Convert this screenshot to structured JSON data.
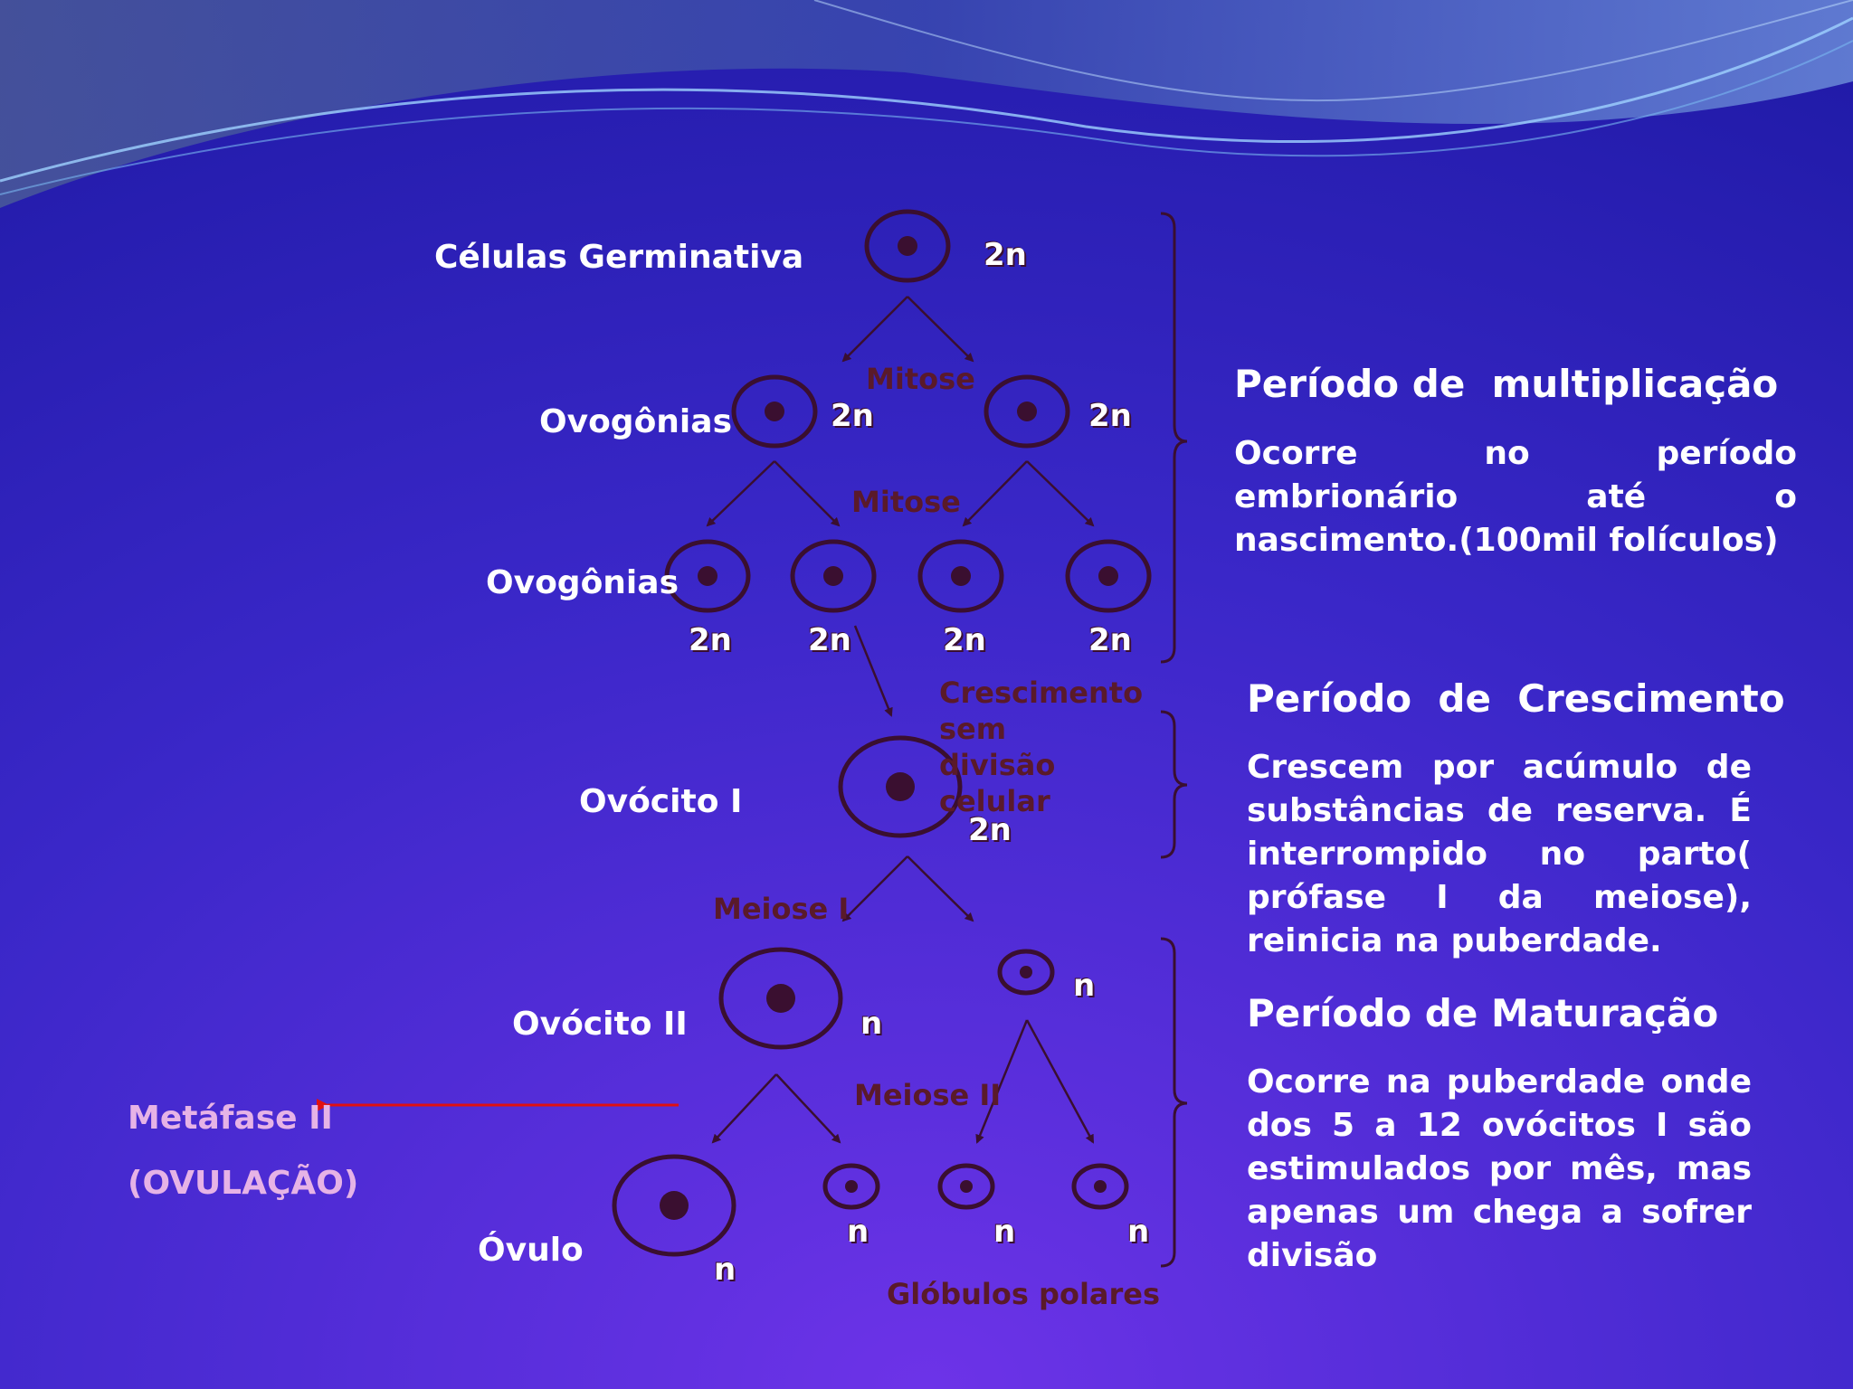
{
  "cells": {
    "celulas_germinativa": "Células Germinativa",
    "ovogonias_1": "Ovogônias",
    "ovogonias_2": "Ovogônias",
    "ovocito_1": "Ovócito I",
    "ovocito_2": "Ovócito II",
    "ovulo": "Óvulo"
  },
  "ploidy": {
    "diploid": "2n",
    "haploid": "n"
  },
  "processes": {
    "mitose_1": "Mitose",
    "mitose_2": "Mitose",
    "crescimento": "Crescimento sem divisão celular",
    "meiose_1": "Meiose I",
    "meiose_2": "Meiose II",
    "globulos": "Glóbulos polares"
  },
  "ovulation": {
    "metafase": "Metáfase II",
    "ovulacao": "(OVULAÇÃO)"
  },
  "periods": [
    {
      "title": "Período de  multiplicação",
      "text": "Ocorre no período embrionário até o nascimento.(100mil folículos)"
    },
    {
      "title": "Período  de  Crescimento",
      "text": "Crescem por acúmulo de substâncias de reserva. É interrompido no parto( prófase I da meiose), reinicia na puberdade."
    },
    {
      "title": "Período de Maturação",
      "text": "Ocorre na puberdade onde dos 5 a 12 ovócitos I são estimulados por mês, mas apenas um chega a sofrer divisão"
    }
  ],
  "colors": {
    "background_top": "#2a1fb0",
    "background_bottom": "#6a2fe0",
    "cell_stroke": "#3a0f30",
    "ovulation_arrow": "#e01010",
    "process_text": "#5a1a2a"
  }
}
